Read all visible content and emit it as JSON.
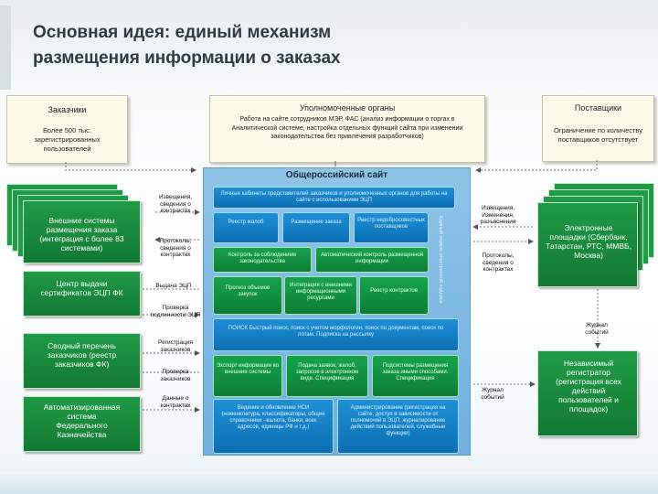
{
  "title": {
    "line1": "Основная идея: единый механизм",
    "line2": "размещения информации о заказах"
  },
  "customers": {
    "header": "Заказчики",
    "body": "Более 500 тыс. зарегистрированных пользователей"
  },
  "authorities": {
    "header": "Уполномоченные органы",
    "body": "Работа на сайте сотрудников МЭР, ФАС (анализ информации о торгах в Аналитической системе, настройка отдельных функций сайта при изменении законодательства без привлечения разработчиков)"
  },
  "suppliers": {
    "header": "Поставщики",
    "body": "Ограничение по количеству поставщиков отсутствует"
  },
  "left_boxes": [
    {
      "label": "Внешние системы размещения заказа (интеграция с более 83 системами)"
    },
    {
      "label": "Центр выдачи сертификатов ЭЦП ФК"
    },
    {
      "label": "Сводный перечень заказчиков (реестр заказчиков ФК)"
    },
    {
      "label": "Автоматизированная система Федерального Казначейства"
    }
  ],
  "left_labels": {
    "l1": "Извещения, сведения о контрактах",
    "l2": "Протоколы, сведения о контрактах",
    "l3": "Выдача ЭЦП",
    "l4": "Проверка подлинности ЭЦП",
    "l5": "Регистрация заказчиков",
    "l6": "Проверка заказчиков",
    "l7": "Данные о контрактах"
  },
  "right_boxes": {
    "platforms": "Электронные площадки (Сбербанк, Татарстан, РТС, ММВБ, Москва)",
    "registrar": "Независимый регистратор (регистрация всех действий пользователей и площадок)"
  },
  "right_labels": {
    "r1": "Извещения, Изменения, разъяснения",
    "r2": "Протоколы, сведения о контрактах",
    "r3": "Журнал событий",
    "r4": "Журнал событий"
  },
  "site": {
    "title": "Общероссийский сайт",
    "cabinets": "Личные кабинеты представителей заказчиков и уполномоченных органов для работы на сайте с использованием ЭЦП",
    "vertical": "Единый сервис электронной подписи",
    "complaints": "Реестр жалоб",
    "placement": "Размещение заказа",
    "unfair": "Реестр недобросовестных поставщиков",
    "legal_control": "Контроль за соблюдением законодательства",
    "auto_control": "Автоматический контроль размещенной информации",
    "budget": "Прогноз объемов закупок",
    "integration": "Интеграция с внешними информационными ресурсами",
    "contracts": "Реестр контрактов",
    "search": "ПОИСК Быстрый поиск, поиск с учетом морфологии, поиск по документам, поиск по лотам. Подписка на рассылку",
    "export": "Экспорт информации во внешние системы",
    "submit": "Подача заявок, жалоб, запросов в электронном виде. Спецификация",
    "subsystems": "Подсистемы размещения заказа иными способами. Спецификация",
    "nsi": "Ведение и обновление НСИ (номенклатура, классификаторы, общие справочники –валюта, банки, всех адресов, единицы РФ и т.д.)",
    "admin": "Администрирование (регистрация на сайте, доступ в зависимости от полномочий в ЭЦП, журналирование действий пользователей, служебные функции)"
  }
}
